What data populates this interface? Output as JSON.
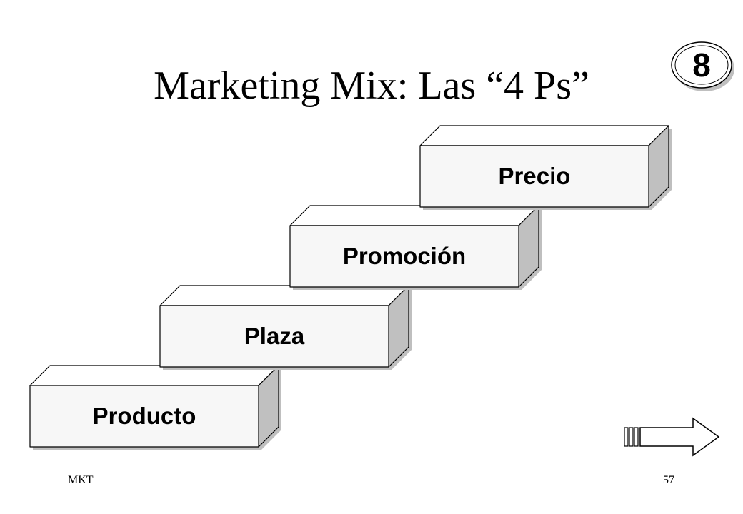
{
  "slide": {
    "title": "Marketing Mix:  Las “4 Ps”",
    "badge": "8"
  },
  "steps": [
    {
      "label": "Producto"
    },
    {
      "label": "Plaza"
    },
    {
      "label": "Promoción"
    },
    {
      "label": "Precio"
    }
  ],
  "footer": {
    "left": "MKT",
    "right": "57"
  },
  "colors": {
    "box_front": "#f7f7f7",
    "box_top": "#ffffff",
    "box_side": "#c0c0c0",
    "shadow": "#bfbfbf",
    "outline": "#000000"
  },
  "icons": {
    "next": "next-arrow-icon"
  }
}
